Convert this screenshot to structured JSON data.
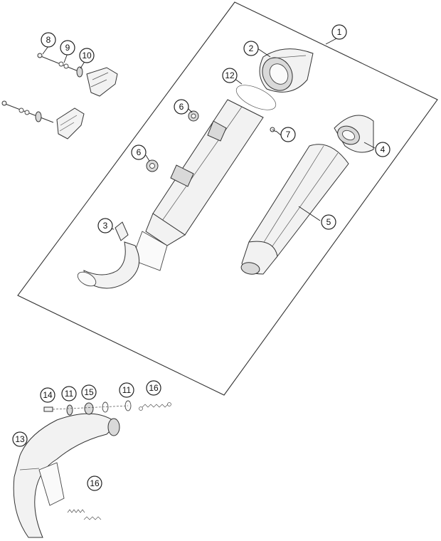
{
  "callouts": [
    {
      "id": "c1",
      "text": "1"
    },
    {
      "id": "c2",
      "text": "2"
    },
    {
      "id": "c3",
      "text": "3"
    },
    {
      "id": "c4",
      "text": "4"
    },
    {
      "id": "c5",
      "text": "5"
    },
    {
      "id": "c6a",
      "text": "6"
    },
    {
      "id": "c6b",
      "text": "6"
    },
    {
      "id": "c7",
      "text": "7"
    },
    {
      "id": "c8",
      "text": "8"
    },
    {
      "id": "c9",
      "text": "9"
    },
    {
      "id": "c10",
      "text": "10"
    },
    {
      "id": "c11a",
      "text": "11"
    },
    {
      "id": "c11b",
      "text": "11"
    },
    {
      "id": "c12",
      "text": "12"
    },
    {
      "id": "c13",
      "text": "13"
    },
    {
      "id": "c14",
      "text": "14"
    },
    {
      "id": "c15",
      "text": "15"
    },
    {
      "id": "c16a",
      "text": "16"
    },
    {
      "id": "c16b",
      "text": "16"
    }
  ],
  "colors": {
    "line": "#333333",
    "fill": "#f2f2f2",
    "background": "#ffffff"
  }
}
